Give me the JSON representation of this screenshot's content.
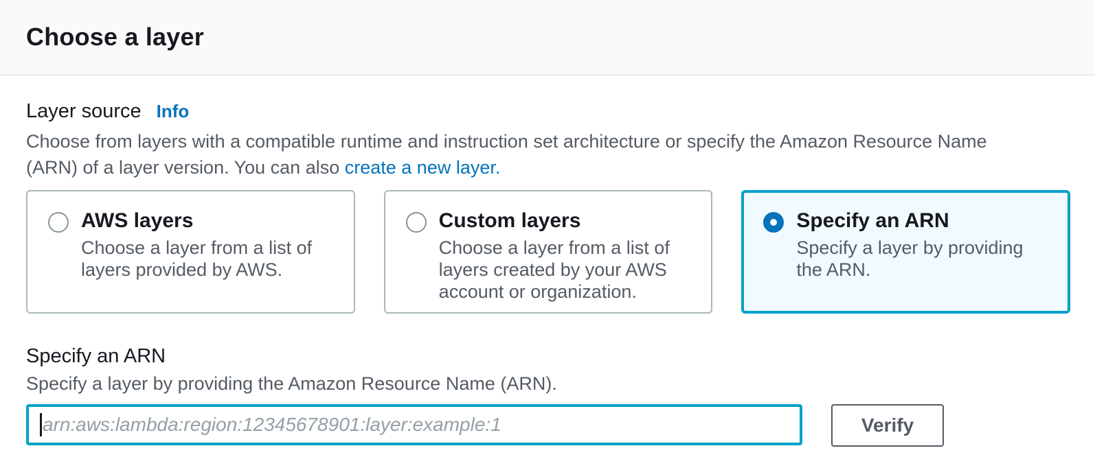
{
  "header": {
    "title": "Choose a layer"
  },
  "layer_source": {
    "label": "Layer source",
    "info_label": "Info",
    "description_before_link": "Choose from layers with a compatible runtime and instruction set architecture or specify the Amazon Resource Name (ARN) of a layer version. You can also ",
    "link_label": "create a new layer.",
    "options": [
      {
        "title": "AWS layers",
        "description": "Choose a layer from a list of layers provided by AWS.",
        "selected": false
      },
      {
        "title": "Custom layers",
        "description": "Choose a layer from a list of layers created by your AWS account or organization.",
        "selected": false
      },
      {
        "title": "Specify an ARN",
        "description": "Specify a layer by providing the ARN.",
        "selected": true
      }
    ]
  },
  "arn_section": {
    "label": "Specify an ARN",
    "description": "Specify a layer by providing the Amazon Resource Name (ARN).",
    "input_value": "",
    "input_placeholder": "arn:aws:lambda:region:12345678901:layer:example:1",
    "verify_button_label": "Verify"
  },
  "colors": {
    "accent_blue": "#0073bb",
    "focus_border": "#00a1c9",
    "selected_tile_bg": "#f1faff",
    "text_primary": "#16191f",
    "text_secondary": "#545b64",
    "tile_border": "#aab7b8"
  }
}
